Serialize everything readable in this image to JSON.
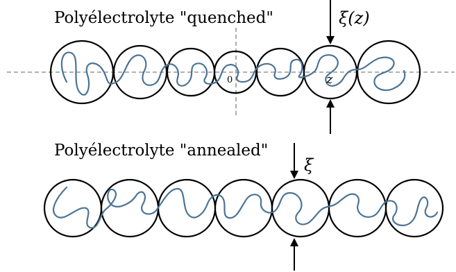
{
  "quenched": {
    "title": "Polyélectrolyte \"quenched\"",
    "origin_label": "0",
    "position_label": "z",
    "blob_size_label": "ξ(z)"
  },
  "annealed": {
    "title": "Polyélectrolyte \"annealed\"",
    "blob_size_label": "ξ"
  },
  "colors": {
    "chain": "#4a7396",
    "blob_outline": "#000000",
    "axis": "#808080"
  }
}
